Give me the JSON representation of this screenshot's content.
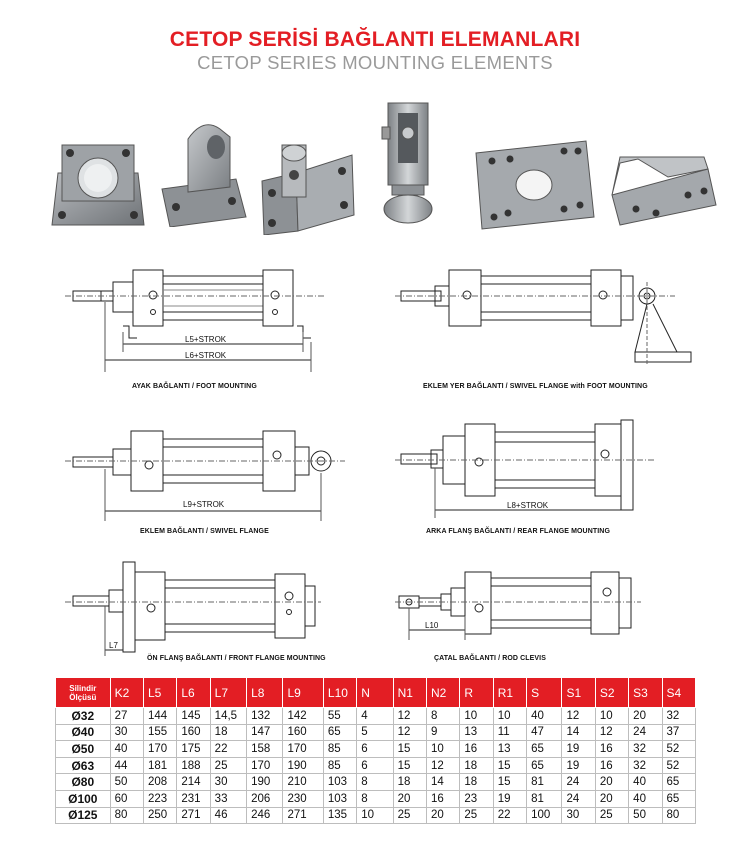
{
  "header": {
    "title_tr": "CETOP SERİSİ BAĞLANTI ELEMANLARI",
    "title_en": "CETOP SERIES MOUNTING ELEMENTS"
  },
  "photos": [
    "foot-mounting-part",
    "swivel-flange-part",
    "swivel-bracket-part",
    "rod-clevis-part",
    "flange-plate-part",
    "angle-bracket-part"
  ],
  "drawings": {
    "foot": {
      "caption": "AYAK BAĞLANTI / FOOT MOUNTING",
      "dim1": "L5+STROK",
      "dim2": "L6+STROK"
    },
    "swivel_foot": {
      "caption": "EKLEM YER BAĞLANTI / SWIVEL FLANGE with FOOT MOUNTING"
    },
    "swivel": {
      "caption": "EKLEM BAĞLANTI / SWIVEL FLANGE",
      "dim1": "L9+STROK"
    },
    "rear_flange": {
      "caption": "ARKA FLANŞ BAĞLANTI / REAR FLANGE MOUNTING",
      "dim1": "L8+STROK"
    },
    "front_flange": {
      "caption": "ÖN FLANŞ BAĞLANTI / FRONT FLANGE MOUNTING",
      "dim1": "L7"
    },
    "rod_clevis": {
      "caption": "ÇATAL BAĞLANTI / ROD CLEVIS",
      "dim1": "L10"
    }
  },
  "table": {
    "corner": [
      "Silindir",
      "Ölçüsü"
    ],
    "headers": [
      "K2",
      "L5",
      "L6",
      "L7",
      "L8",
      "L9",
      "L10",
      "N",
      "N1",
      "N2",
      "R",
      "R1",
      "S",
      "S1",
      "S2",
      "S3",
      "S4"
    ],
    "rows": [
      [
        "Ø32",
        "27",
        "144",
        "145",
        "14,5",
        "132",
        "142",
        "55",
        "4",
        "12",
        "8",
        "10",
        "10",
        "40",
        "12",
        "10",
        "20",
        "32"
      ],
      [
        "Ø40",
        "30",
        "155",
        "160",
        "18",
        "147",
        "160",
        "65",
        "5",
        "12",
        "9",
        "13",
        "11",
        "47",
        "14",
        "12",
        "24",
        "37"
      ],
      [
        "Ø50",
        "40",
        "170",
        "175",
        "22",
        "158",
        "170",
        "85",
        "6",
        "15",
        "10",
        "16",
        "13",
        "65",
        "19",
        "16",
        "32",
        "52"
      ],
      [
        "Ø63",
        "44",
        "181",
        "188",
        "25",
        "170",
        "190",
        "85",
        "6",
        "15",
        "12",
        "18",
        "15",
        "65",
        "19",
        "16",
        "32",
        "52"
      ],
      [
        "Ø80",
        "50",
        "208",
        "214",
        "30",
        "190",
        "210",
        "103",
        "8",
        "18",
        "14",
        "18",
        "15",
        "81",
        "24",
        "20",
        "40",
        "65"
      ],
      [
        "Ø100",
        "60",
        "223",
        "231",
        "33",
        "206",
        "230",
        "103",
        "8",
        "20",
        "16",
        "23",
        "19",
        "81",
        "24",
        "20",
        "40",
        "65"
      ],
      [
        "Ø125",
        "80",
        "250",
        "271",
        "46",
        "246",
        "271",
        "135",
        "10",
        "25",
        "20",
        "25",
        "22",
        "100",
        "30",
        "25",
        "50",
        "80"
      ]
    ]
  },
  "colors": {
    "accent": "#e31e24",
    "subtitle": "#9a9a9a"
  }
}
